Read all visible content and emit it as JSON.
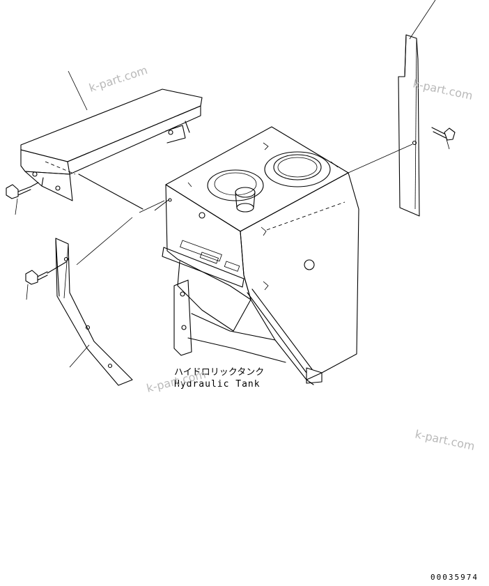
{
  "labels": {
    "part_name_jp": "ハイドロリックタンク",
    "part_name_en": "Hydraulic Tank",
    "drawing_number": "00035974"
  },
  "watermarks": [
    "k-part.com",
    "k-part.com",
    "k-part.com",
    "k-part.com"
  ],
  "colors": {
    "line": "#000000",
    "watermark": "#b9b9b9",
    "background": "#ffffff"
  }
}
